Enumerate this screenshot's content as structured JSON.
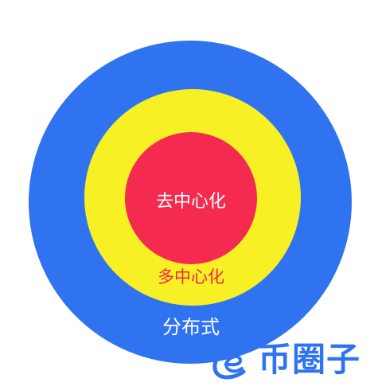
{
  "diagram": {
    "rings": [
      {
        "id": "outer",
        "label": "分布式",
        "fill": "#2f73f0",
        "label_color": "#ffffff"
      },
      {
        "id": "middle",
        "label": "多中心化",
        "fill": "#f7f024",
        "label_color": "#f2244e"
      },
      {
        "id": "inner",
        "label": "去中心化",
        "fill": "#f52a50",
        "label_color": "#ffffff"
      }
    ]
  },
  "watermark": {
    "text": "币圈子",
    "color": "#2f73f0",
    "icon": "coin-e-logo-icon"
  }
}
